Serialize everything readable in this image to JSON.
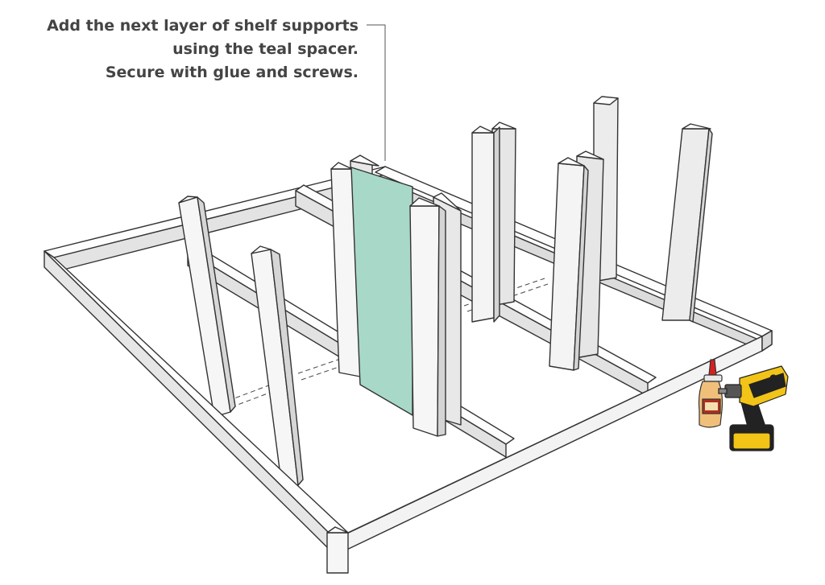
{
  "instruction": {
    "line1": "Add the next layer of shelf supports",
    "line2": "using the teal spacer.",
    "line3": "Secure with glue and screws."
  },
  "colors": {
    "board_light": "#fdfdfd",
    "board_mid": "#e8e8e8",
    "board_dark": "#d4d4d4",
    "outline": "#333333",
    "spacer_teal": "#a8d8c8",
    "glue_body": "#f0c07a",
    "glue_cap": "#d62020",
    "drill_yellow": "#f2c418",
    "drill_black": "#222222"
  },
  "tools": {
    "glue_bottle": "wood-glue-bottle-icon",
    "drill": "cordless-drill-icon"
  }
}
